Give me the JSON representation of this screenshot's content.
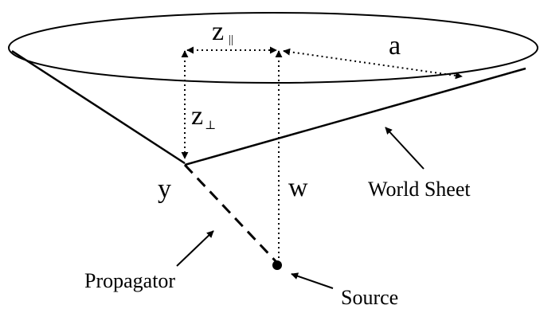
{
  "labels": {
    "z_parallel": "z",
    "z_parallel_sub": "||",
    "a": "a",
    "z_perp": "z",
    "z_perp_sub": "⊥",
    "y": "y",
    "w": "w",
    "world_sheet": "World Sheet",
    "propagator": "Propagator",
    "source": "Source"
  }
}
